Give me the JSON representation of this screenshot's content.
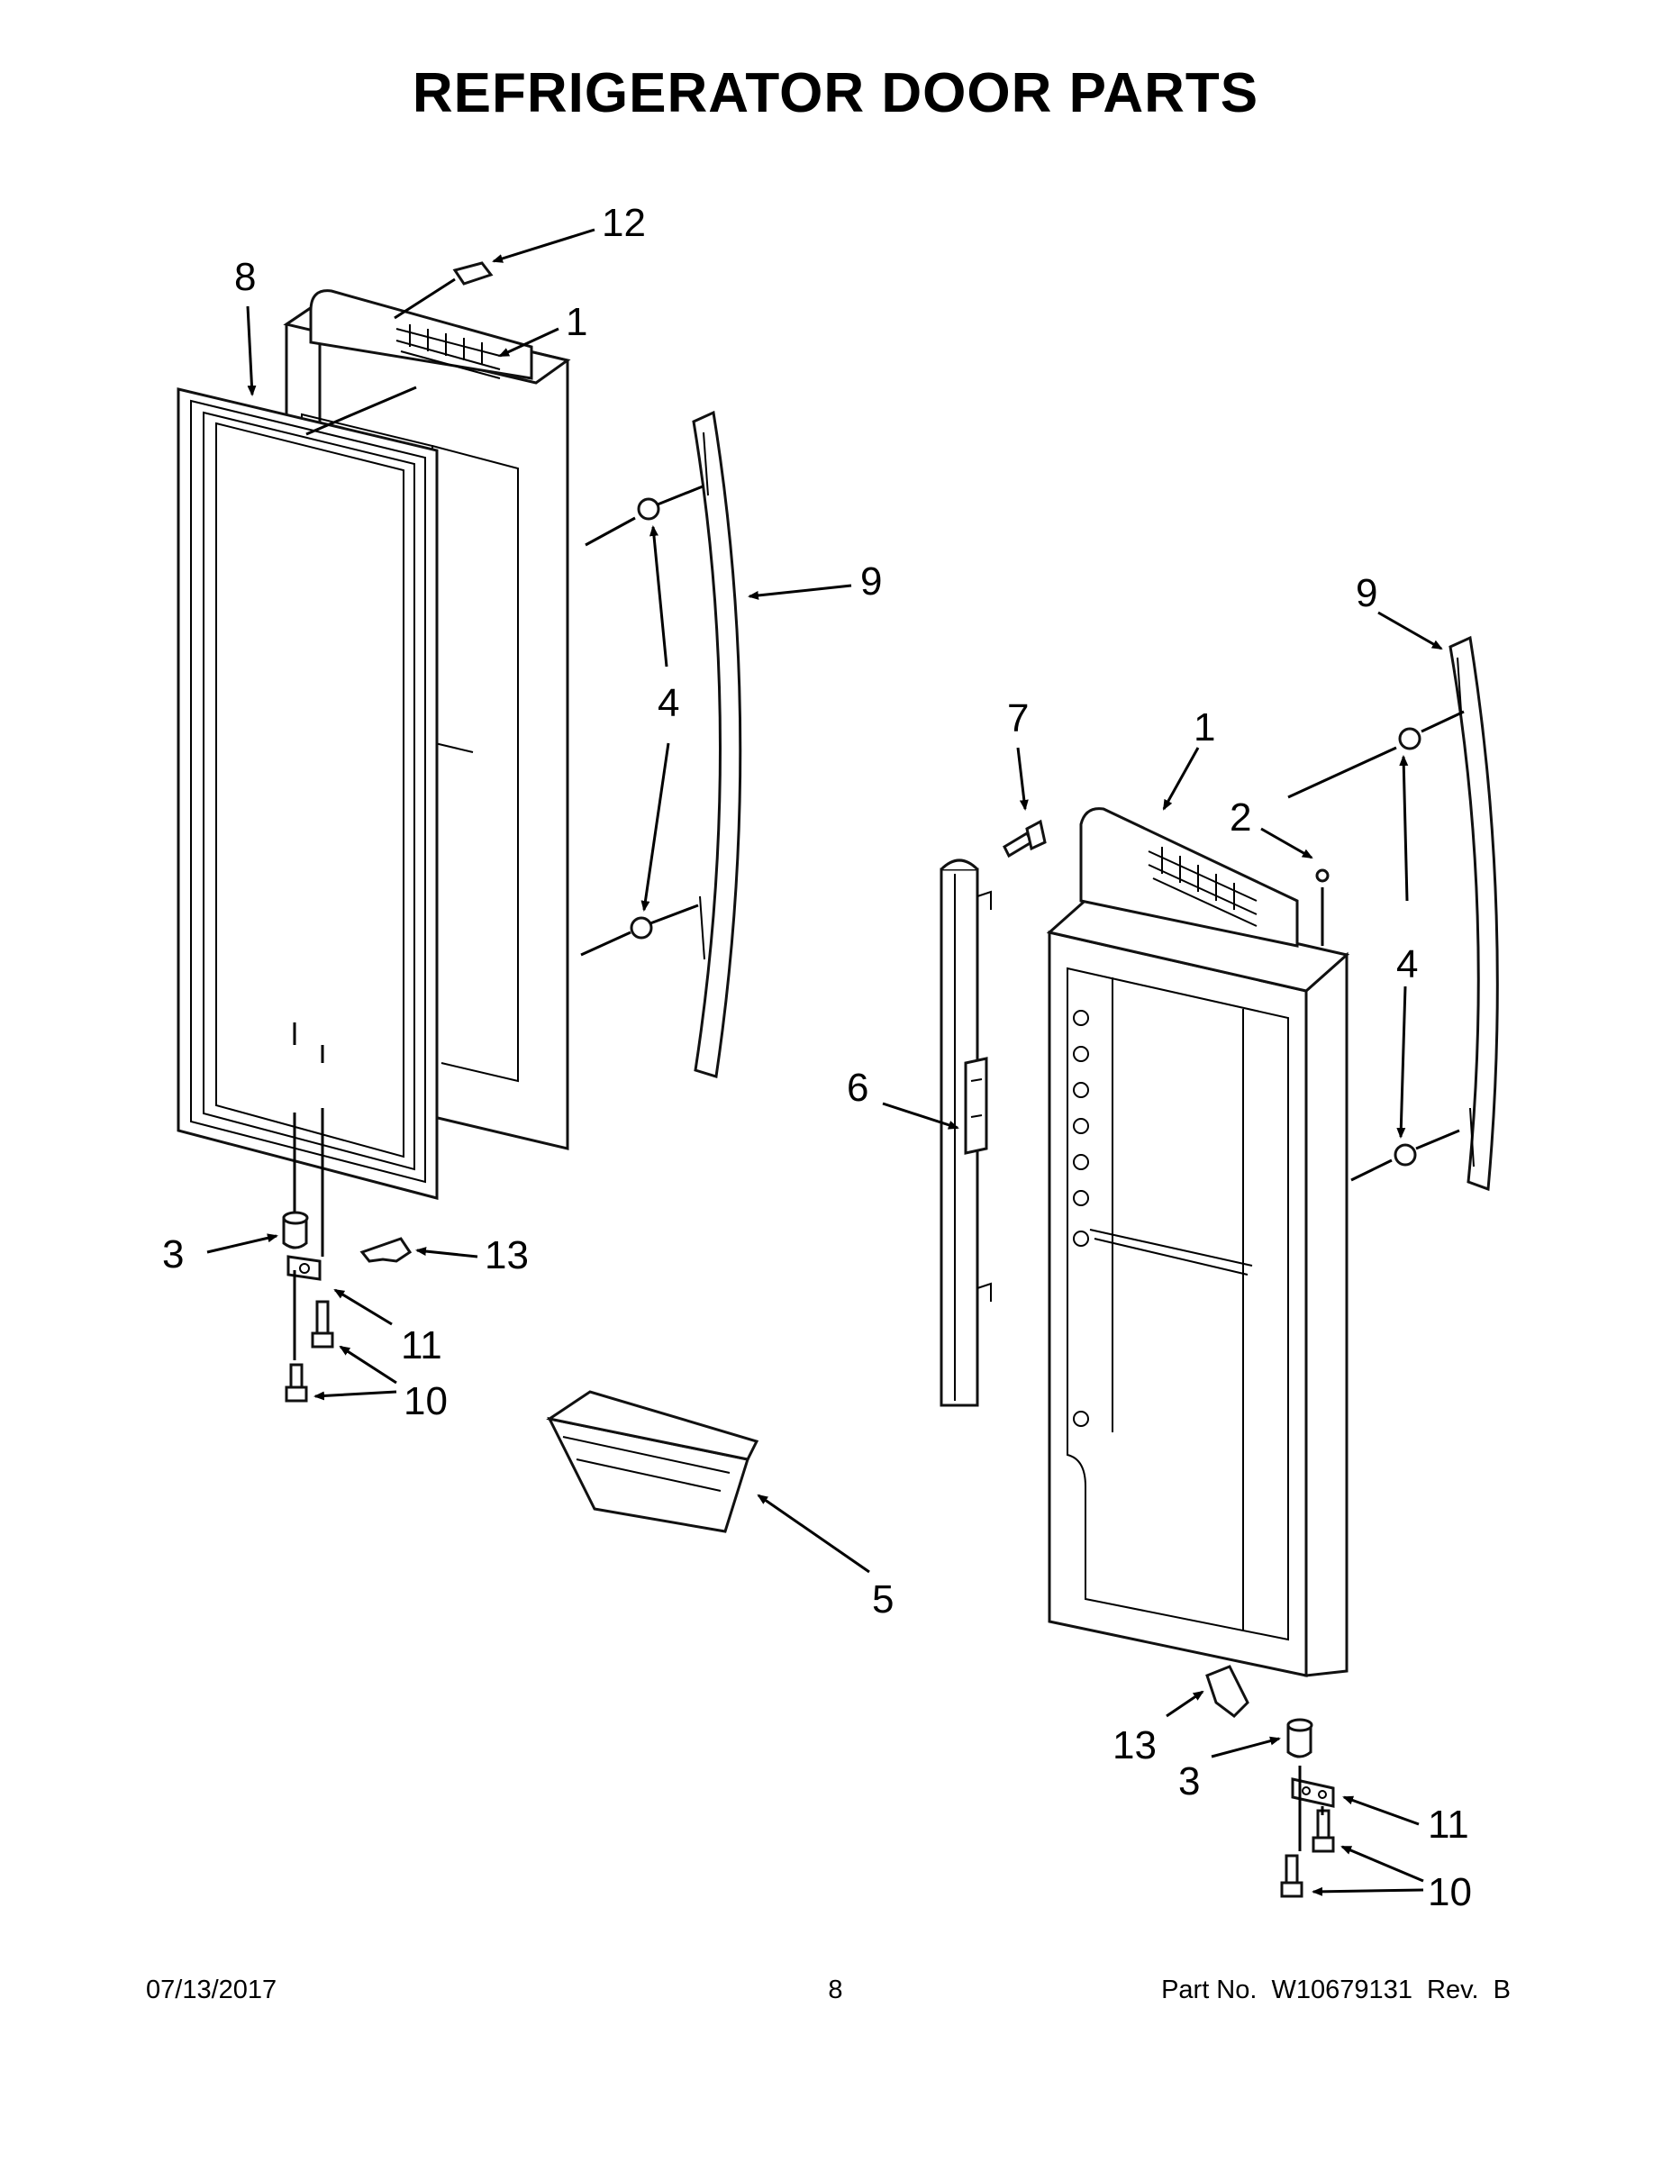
{
  "title": "REFRIGERATOR DOOR PARTS",
  "callouts": {
    "c12": "12",
    "c8": "8",
    "c1a": "1",
    "c9a": "9",
    "c4a": "4",
    "c3a": "3",
    "c13a": "13",
    "c11a": "11",
    "c10a": "10",
    "c5": "5",
    "c7": "7",
    "c6": "6",
    "c1b": "1",
    "c2": "2",
    "c9b": "9",
    "c4b": "4",
    "c13b": "13",
    "c3b": "3",
    "c11b": "11",
    "c10b": "10"
  },
  "footer": {
    "date": "07/13/2017",
    "page": "8",
    "part_no": "Part No.  W10679131  Rev.  B"
  }
}
